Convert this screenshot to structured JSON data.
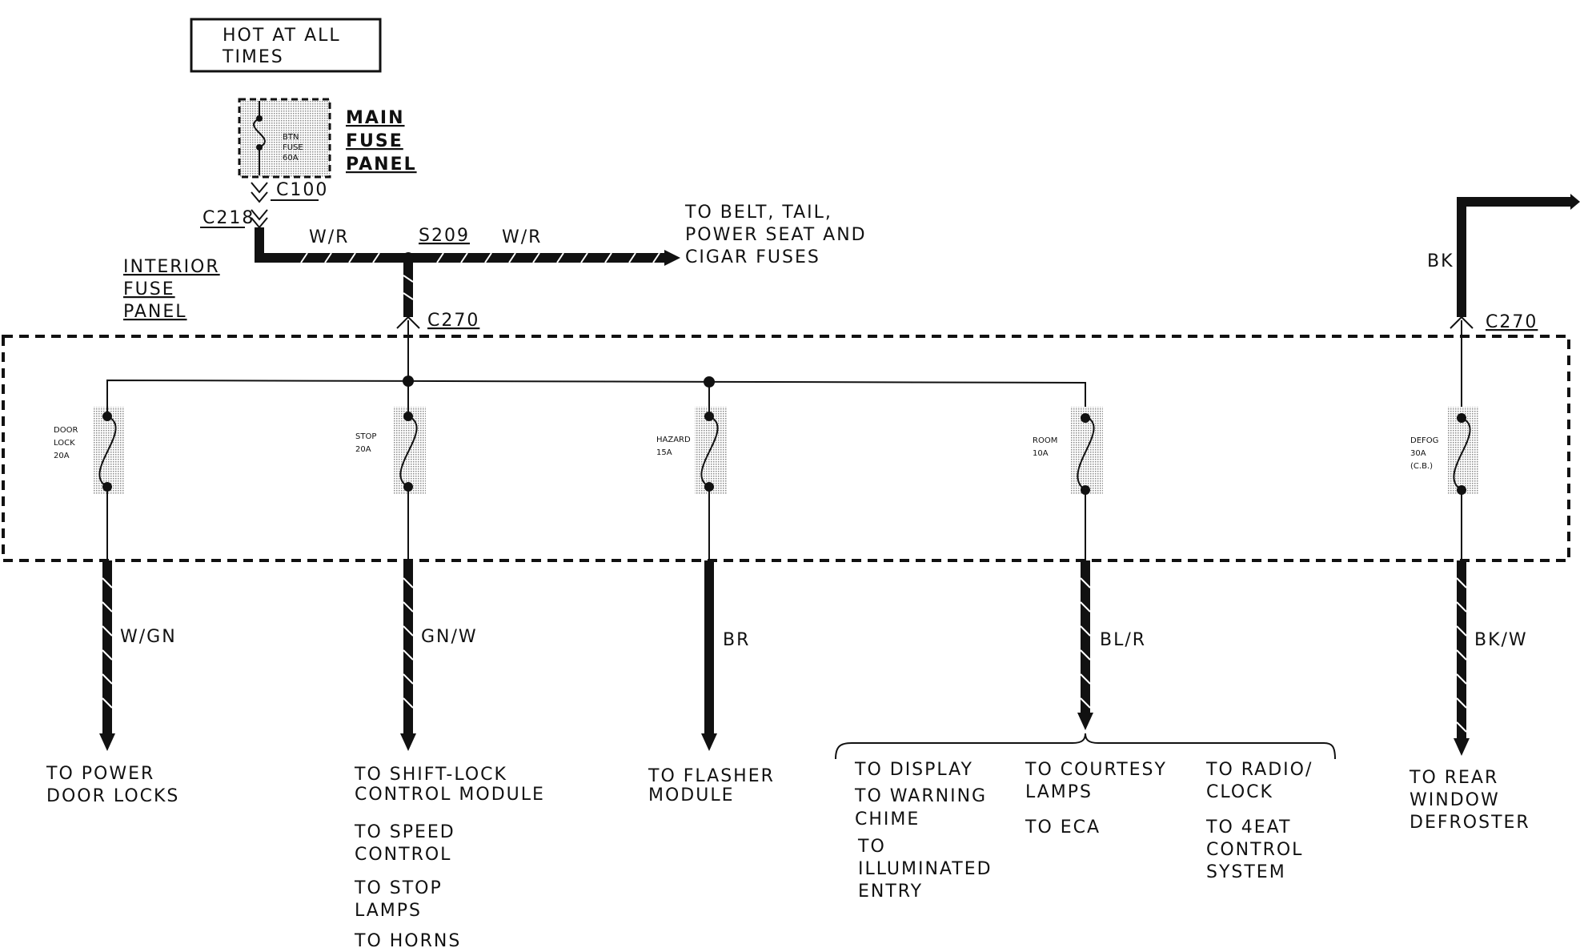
{
  "hot_label": [
    "HOT AT ALL",
    "TIMES"
  ],
  "main_fuse_panel": {
    "label": [
      "MAIN",
      "FUSE",
      "PANEL"
    ],
    "fuse_text": [
      "BTN",
      "FUSE",
      "60A"
    ]
  },
  "connectors": {
    "c100": "C100",
    "c218": "C218",
    "c270_left": "C270",
    "c270_right": "C270"
  },
  "splice": "S209",
  "wires": {
    "w_r_left": "W/R",
    "w_r_right": "W/R",
    "bk": "BK",
    "w_gn": "W/GN",
    "gn_w": "GN/W",
    "br": "BR",
    "bl_r": "BL/R",
    "bk_w": "BK/W"
  },
  "interior_fuse_panel": [
    "INTERIOR",
    "FUSE",
    "PANEL"
  ],
  "belt_tail": [
    "TO BELT, TAIL,",
    "POWER SEAT AND",
    "CIGAR FUSES"
  ],
  "fuses": {
    "door_lock": [
      "DOOR",
      "LOCK",
      "20A"
    ],
    "stop": [
      "STOP",
      "20A"
    ],
    "hazard": [
      "HAZARD",
      "15A"
    ],
    "room": [
      "ROOM",
      "10A"
    ],
    "defog": [
      "DEFOG",
      "30A",
      "(C.B.)"
    ]
  },
  "destinations": {
    "power_door_locks": [
      "TO POWER",
      "DOOR LOCKS"
    ],
    "shift_lock": [
      "TO SHIFT-LOCK",
      "CONTROL MODULE"
    ],
    "speed_control": [
      "TO SPEED",
      "CONTROL"
    ],
    "stop_lamps": [
      "TO STOP",
      "LAMPS"
    ],
    "horns": "TO HORNS",
    "flasher": [
      "TO FLASHER",
      "MODULE"
    ],
    "display": "TO DISPLAY",
    "warning_chime": [
      "TO WARNING",
      "CHIME"
    ],
    "illuminated_entry": [
      "TO",
      "ILLUMINATED",
      "ENTRY"
    ],
    "courtesy_lamps": [
      "TO COURTESY",
      "LAMPS"
    ],
    "eca": "TO ECA",
    "radio_clock": [
      "TO RADIO/",
      "CLOCK"
    ],
    "eat_control": [
      "TO 4EAT",
      "CONTROL",
      "SYSTEM"
    ],
    "rear_defroster": [
      "TO REAR",
      "WINDOW",
      "DEFROSTER"
    ]
  }
}
